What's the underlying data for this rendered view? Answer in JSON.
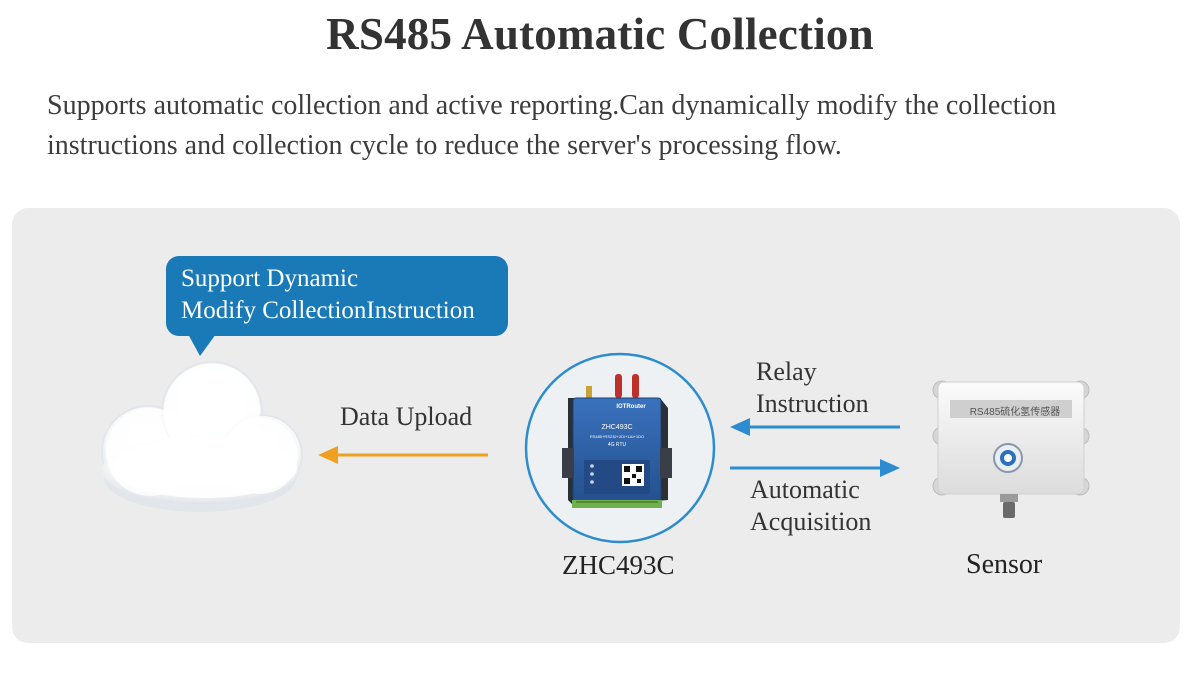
{
  "title": "RS485 Automatic Collection",
  "description": "Supports automatic collection and active reporting.Can dynamically modify the collection instructions and collection cycle to reduce the server's processing flow.",
  "diagram": {
    "bubble_line1": "Support Dynamic",
    "bubble_line2": "Modify CollectionInstruction",
    "upload_label": "Data Upload",
    "relay_line1": "Relay",
    "relay_line2": "Instruction",
    "auto_line1": "Automatic",
    "auto_line2": "Acquisition",
    "device_name": "ZHC493C",
    "sensor_name": "Sensor",
    "device_brand": "IOTRouter",
    "device_model": "ZHC493C",
    "device_spec": "RS485+RS232+2DI+1AI+1DO",
    "device_net": "4G  RTU",
    "sensor_plate": "RS485硫化氢传感器"
  },
  "colors": {
    "bubble_blue": "#1a7ab8",
    "upload_arrow": "#f0a020",
    "relay_arrow": "#2c8ccf",
    "panel_bg": "#ececec",
    "device_blue": "#2a5fa8"
  },
  "icons": [
    "cloud-icon",
    "router-device-icon",
    "sensor-device-icon"
  ]
}
